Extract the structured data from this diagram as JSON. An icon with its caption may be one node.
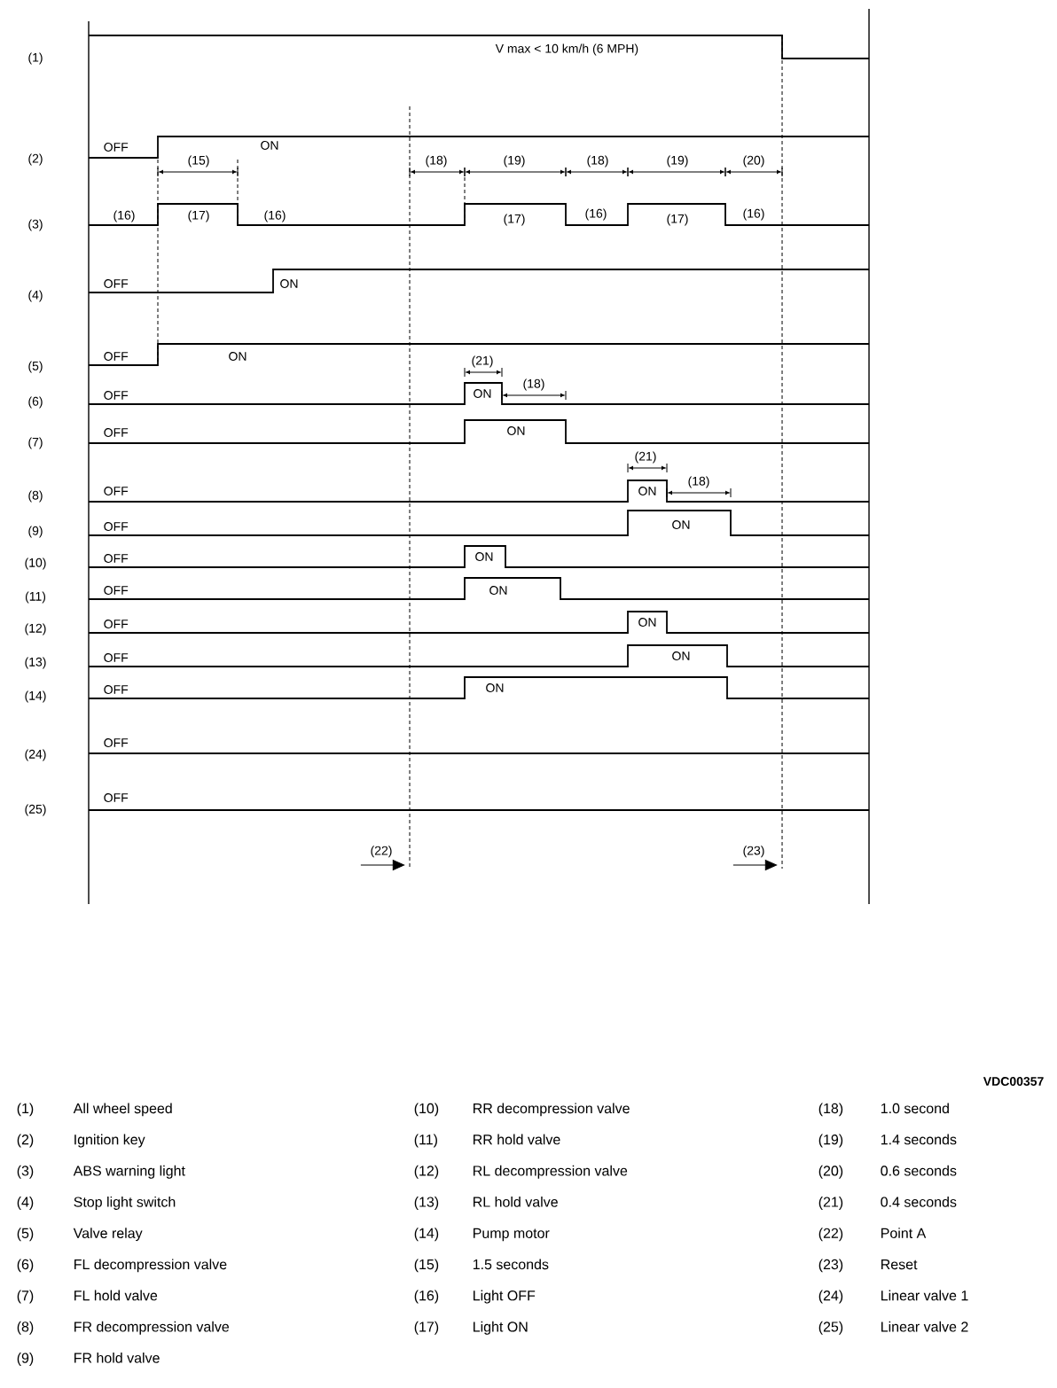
{
  "diagram": {
    "nodes": [
      {
        "text": [
          "(22)"
        ]
      },
      {
        "text": [
          "(23)"
        ]
      },
      {
        "text": [],
        "shape": "line"
      },
      {
        "text": [],
        "shape": "line"
      }
    ],
    "edges": [
      {
        "from": 0,
        "to": 2,
        "arrow": "to"
      },
      {
        "from": 1,
        "to": 3,
        "arrow": "to"
      }
    ],
    "labels": [
      "(1)",
      "V max < 10 km/h (6 MPH)",
      "(2)",
      "OFF",
      "ON",
      "(15)",
      "(18)",
      "(19)",
      "(18)",
      "(19)",
      "(20)",
      "(3)",
      "(16)",
      "(17)",
      "(16)",
      "(17)",
      "(16)",
      "(17)",
      "(16)",
      "(4)",
      "OFF",
      "ON",
      "OFF",
      "ON",
      "(5)",
      "(21)",
      "(18)",
      "OFF",
      "ON",
      "(6)",
      "OFF",
      "ON",
      "(7)",
      "(21)",
      "(18)",
      "OFF",
      "ON",
      "(8)",
      "OFF",
      "ON",
      "(9)",
      "OFF",
      "ON",
      "(10)",
      "OFF",
      "ON",
      "(11)",
      "OFF",
      "ON",
      "(12)",
      "OFF",
      "ON",
      "(13)",
      "OFF",
      "ON",
      "(14)",
      "OFF",
      "(24)",
      "OFF",
      "(25)",
      "VDC00357",
      "(1)",
      "All wheel speed",
      "(10)",
      "RR decompression valve",
      "(18)",
      "1.0 second",
      "(2)",
      "Ignition key",
      "(11)",
      "RR hold valve",
      "(19)",
      "1.4 seconds",
      "(3)",
      "ABS warning light",
      "(12)",
      "RL decompression valve",
      "(20)",
      "0.6 seconds",
      "(4)",
      "Stop light switch",
      "(13)",
      "RL hold valve",
      "(21)",
      "0.4 seconds",
      "(5)",
      "Valve relay",
      "(14)",
      "Pump motor",
      "(22)",
      "Point A",
      "(6)",
      "FL decompression valve",
      "(15)",
      "1.5 seconds",
      "(23)",
      "Reset",
      "(7)",
      "FL hold valve",
      "(16)",
      "Light OFF",
      "(24)",
      "Linear valve 1",
      "(8)",
      "FR decompression valve",
      "(17)",
      "Light ON",
      "(25)",
      "Linear valve 2",
      "(9)",
      "FR hold valve"
    ]
  }
}
